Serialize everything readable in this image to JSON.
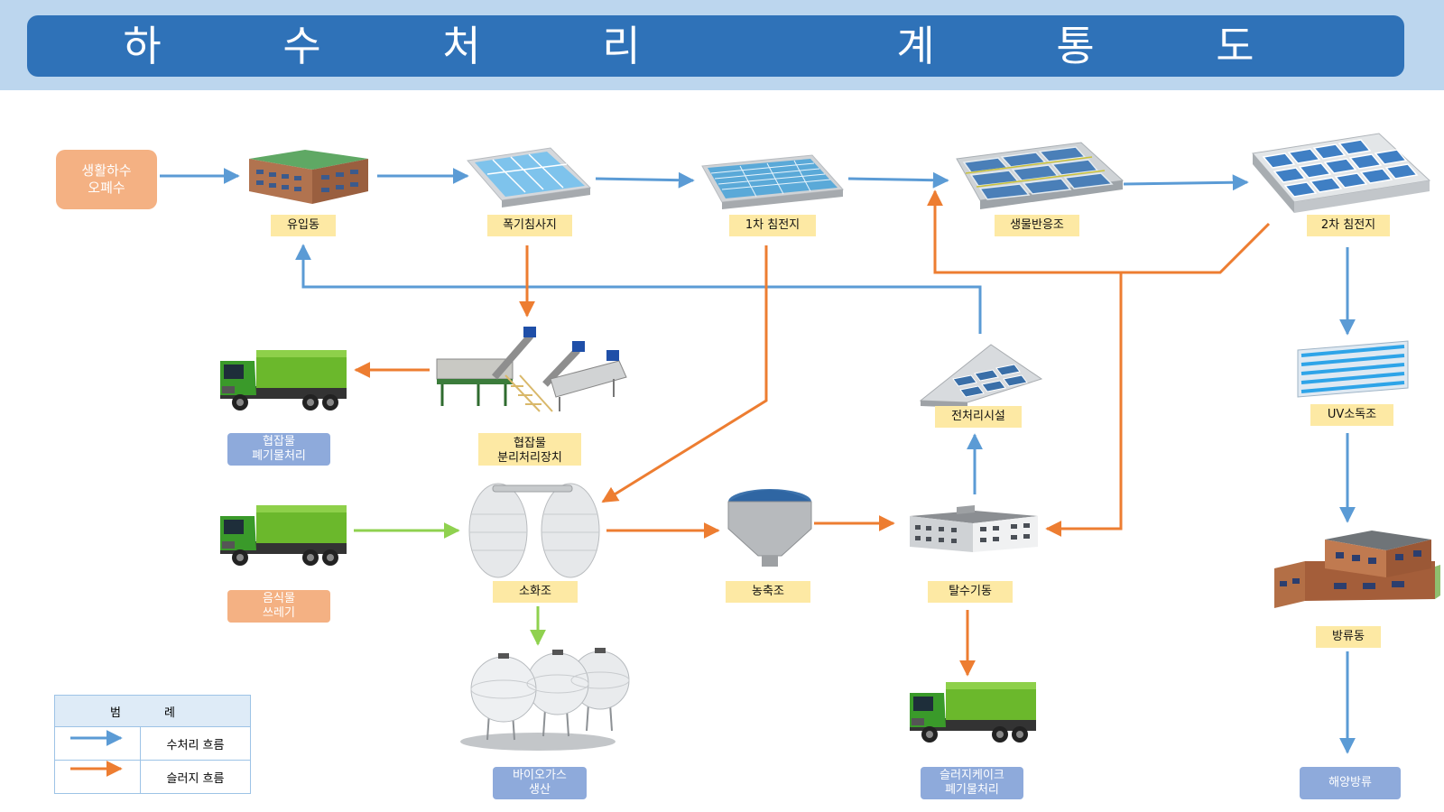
{
  "title": "하 수 처 리   계 통 도",
  "colors": {
    "water_flow": "#5b9bd5",
    "sludge_flow": "#ed7d31",
    "food_waste_flow": "#8fd14f",
    "label_bg": "#fde9a4",
    "title_bar": "#2f72b8",
    "title_band": "#bcd6ee"
  },
  "nodes": {
    "sewage_source": "생활하수\n오폐수",
    "inflow_building": "유입동",
    "aerated_grit": "폭기침사지",
    "primary_clarifier": "1차 침전지",
    "bioreactor": "생물반응조",
    "secondary_clarifier": "2차 침전지",
    "uv_disinfection": "UV소독조",
    "discharge_building": "방류동",
    "ocean_discharge": "해양방류",
    "debris_separator": "협잡물\n분리처리장치",
    "debris_disposal": "협잡물\n폐기물처리",
    "food_waste": "음식물\n쓰레기",
    "digester": "소화조",
    "thickener": "농축조",
    "dewatering": "탈수기동",
    "pretreatment": "전처리시설",
    "biogas": "바이오가스\n생산",
    "sludge_cake": "슬러지케이크\n폐기물처리"
  },
  "legend": {
    "title": "범 례",
    "water_label": "수처리 흐름",
    "sludge_label": "슬러지 흐름"
  }
}
